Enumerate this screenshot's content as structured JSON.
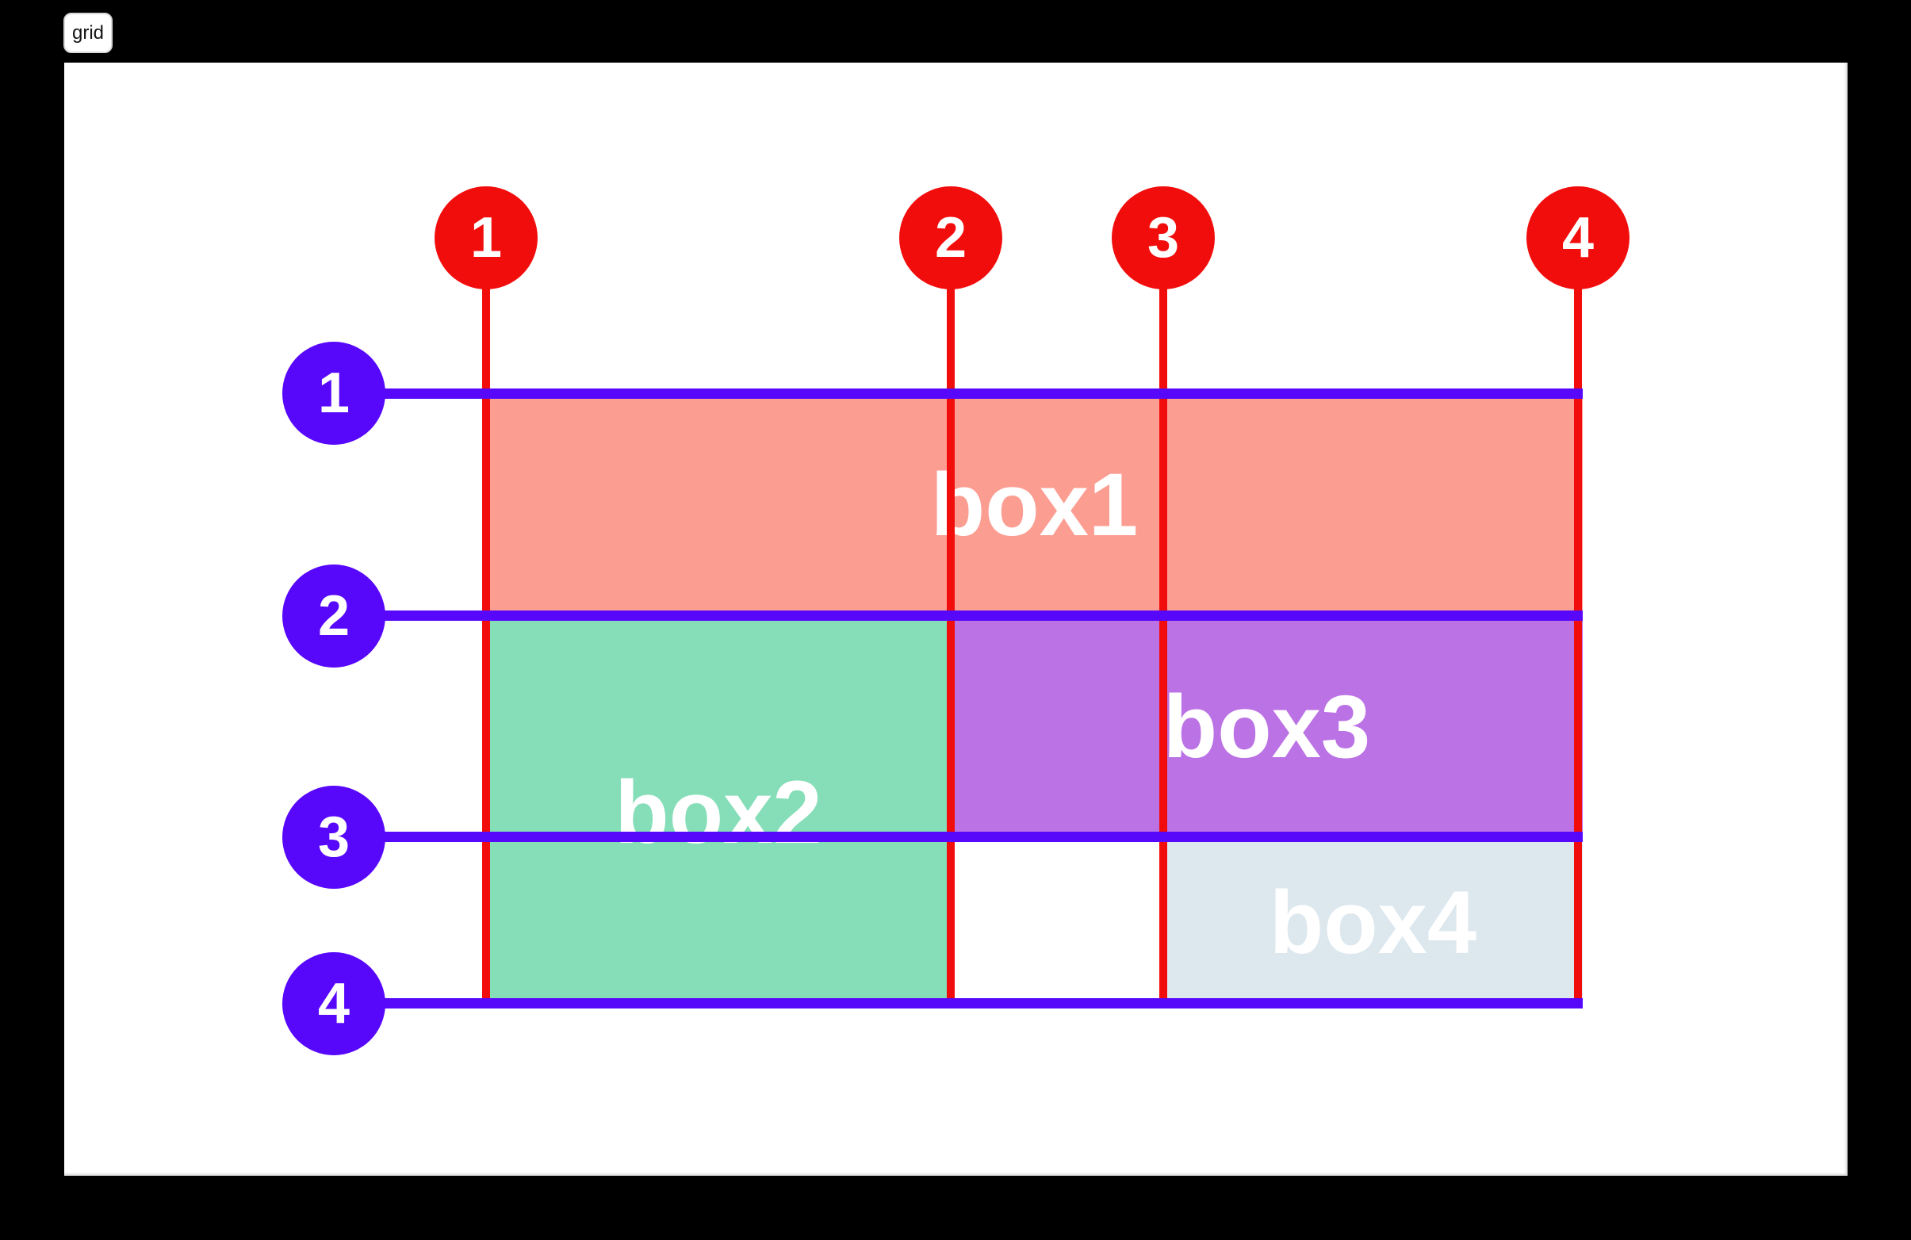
{
  "badge": {
    "label": "grid"
  },
  "colors": {
    "page_background": "#000000",
    "canvas_background": "#FFFFFF",
    "column_line_red": "#F20D0D",
    "row_line_blue": "#5707FA",
    "marker_text": "#FFFFFF",
    "box_label_text": "#FFFFFF",
    "box1_fill": "#FC9D92",
    "box2_fill": "#86DEB9",
    "box3_fill": "#BB72E4",
    "box4_fill": "#DCE8EE"
  },
  "column_markers": [
    {
      "number": "1"
    },
    {
      "number": "2"
    },
    {
      "number": "3"
    },
    {
      "number": "4"
    }
  ],
  "row_markers": [
    {
      "number": "1"
    },
    {
      "number": "2"
    },
    {
      "number": "3"
    },
    {
      "number": "4"
    }
  ],
  "boxes": [
    {
      "label": "box1",
      "column_start": 1,
      "column_end": 4,
      "row_start": 1,
      "row_end": 2
    },
    {
      "label": "box2",
      "column_start": 1,
      "column_end": 2,
      "row_start": 2,
      "row_end": 4
    },
    {
      "label": "box3",
      "column_start": 2,
      "column_end": 4,
      "row_start": 2,
      "row_end": 3
    },
    {
      "label": "box4",
      "column_start": 3,
      "column_end": 4,
      "row_start": 3,
      "row_end": 4
    }
  ]
}
